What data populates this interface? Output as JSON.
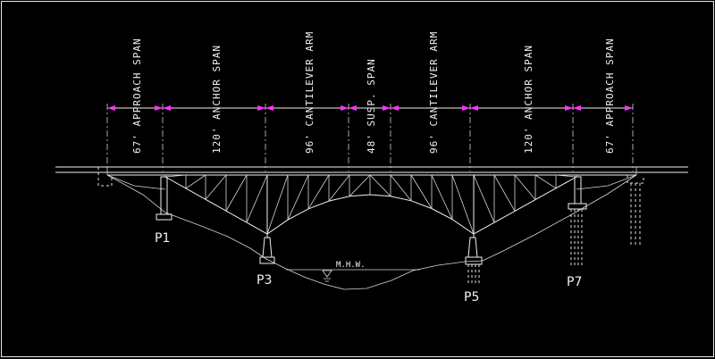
{
  "drawing": {
    "span_labels": [
      "67' APPROACH SPAN",
      "120' ANCHOR SPAN",
      "96' CANTILEVER ARM",
      "48' SUSP. SPAN",
      "96' CANTILEVER ARM",
      "120' ANCHOR SPAN",
      "67' APPROACH SPAN"
    ],
    "pier_labels": [
      "P1",
      "P3",
      "P5",
      "P7"
    ],
    "water_label": "M.H.W.",
    "colors": {
      "background": "#000000",
      "lines": "#f0f0f0",
      "dimension_arrows": "#ff33ff"
    }
  }
}
